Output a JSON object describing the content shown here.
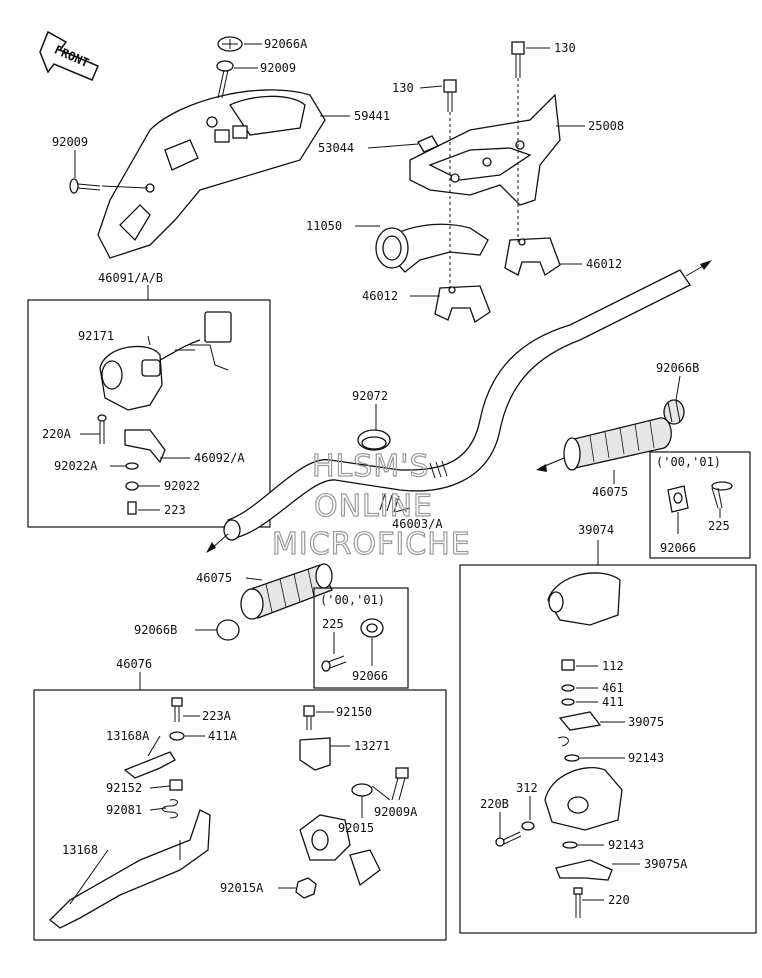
{
  "front_label": "FRONT",
  "watermark": [
    "HLSM'S",
    "ONLINE",
    "MICROFICHE"
  ],
  "parts": {
    "p92066a": "92066A",
    "p92009_top": "92009",
    "p59441": "59441",
    "p92009_left": "92009",
    "p130_right": "130",
    "p130_left": "130",
    "p25008": "25008",
    "p53044": "53044",
    "p11050": "11050",
    "p46012_right": "46012",
    "p46012_left": "46012",
    "p46091": "46091/A/B",
    "p92171": "92171",
    "p220a": "220A",
    "p46092": "46092/A",
    "p92022a": "92022A",
    "p92022": "92022",
    "p223": "223",
    "p92072": "92072",
    "p92066b_right": "92066B",
    "p46075_right": "46075",
    "p46003": "46003/A",
    "p46075_left": "46075",
    "p92066b_left": "92066B",
    "years_right": "('00,'01)",
    "p92066_right": "92066",
    "p225_right": "225",
    "years_left": "('00,'01)",
    "p225_left": "225",
    "p92066_left": "92066",
    "p39074": "39074",
    "p46076": "46076",
    "p223a": "223A",
    "p411a": "411A",
    "p13168a": "13168A",
    "p92152": "92152",
    "p92081": "92081",
    "p13168": "13168",
    "p92150": "92150",
    "p13271": "13271",
    "p92009a": "92009A",
    "p92015": "92015",
    "p92015a": "92015A",
    "p112": "112",
    "p461": "461",
    "p411": "411",
    "p39075": "39075",
    "p92143_top": "92143",
    "p312": "312",
    "p220b": "220B",
    "p92143_bot": "92143",
    "p39075a": "39075A",
    "p220": "220"
  }
}
